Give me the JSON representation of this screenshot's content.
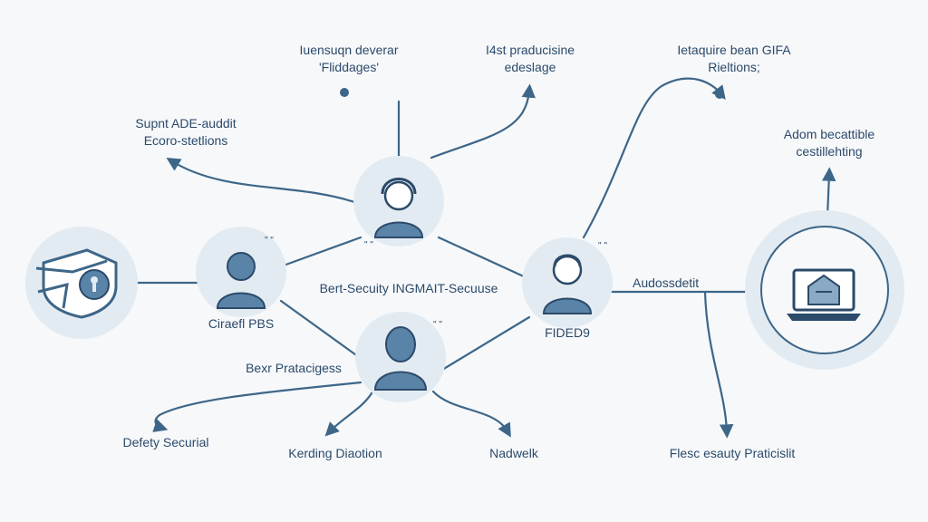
{
  "colors": {
    "background": "#f6f8fa",
    "line": "#3d6688",
    "node_fill": "#e3ebf2",
    "icon_fill": "#5a83a8",
    "text": "#2c4a6a"
  },
  "labels": {
    "top_left_1": "Iuensuqn deverar",
    "top_left_2": "'Fliddages'",
    "top_mid_1": "I4st praducisine",
    "top_mid_2": "edeslage",
    "top_right_1": "Ietaquire bean GIFA",
    "top_right_2": "Rieltions;",
    "upper_left_1": "Supnt ADE-auddit",
    "upper_left_2": "Ecoro-stetlions",
    "right_top_1": "Adom becattible",
    "right_top_2": "cestillehting",
    "center_text": "Bert-Secuity INGMAIT-Secuuse",
    "person_left": "Ciraefl PBS",
    "person_right": "FIDED9",
    "right_link": "Audossdetit",
    "lower_left": "Bexr Pratacigess",
    "bottom_1": "Defety Securial",
    "bottom_2": "Kerding Diaotion",
    "bottom_3": "Nadwelk",
    "bottom_4": "Flesc esauty Praticislit",
    "mark_1": "\" \"",
    "mark_2": "\" \"",
    "mark_3": "\" \"",
    "mark_4": "\" \""
  },
  "icons": [
    "shield-lock-icon",
    "person-icon",
    "laptop-icon",
    "arrow-icon"
  ]
}
